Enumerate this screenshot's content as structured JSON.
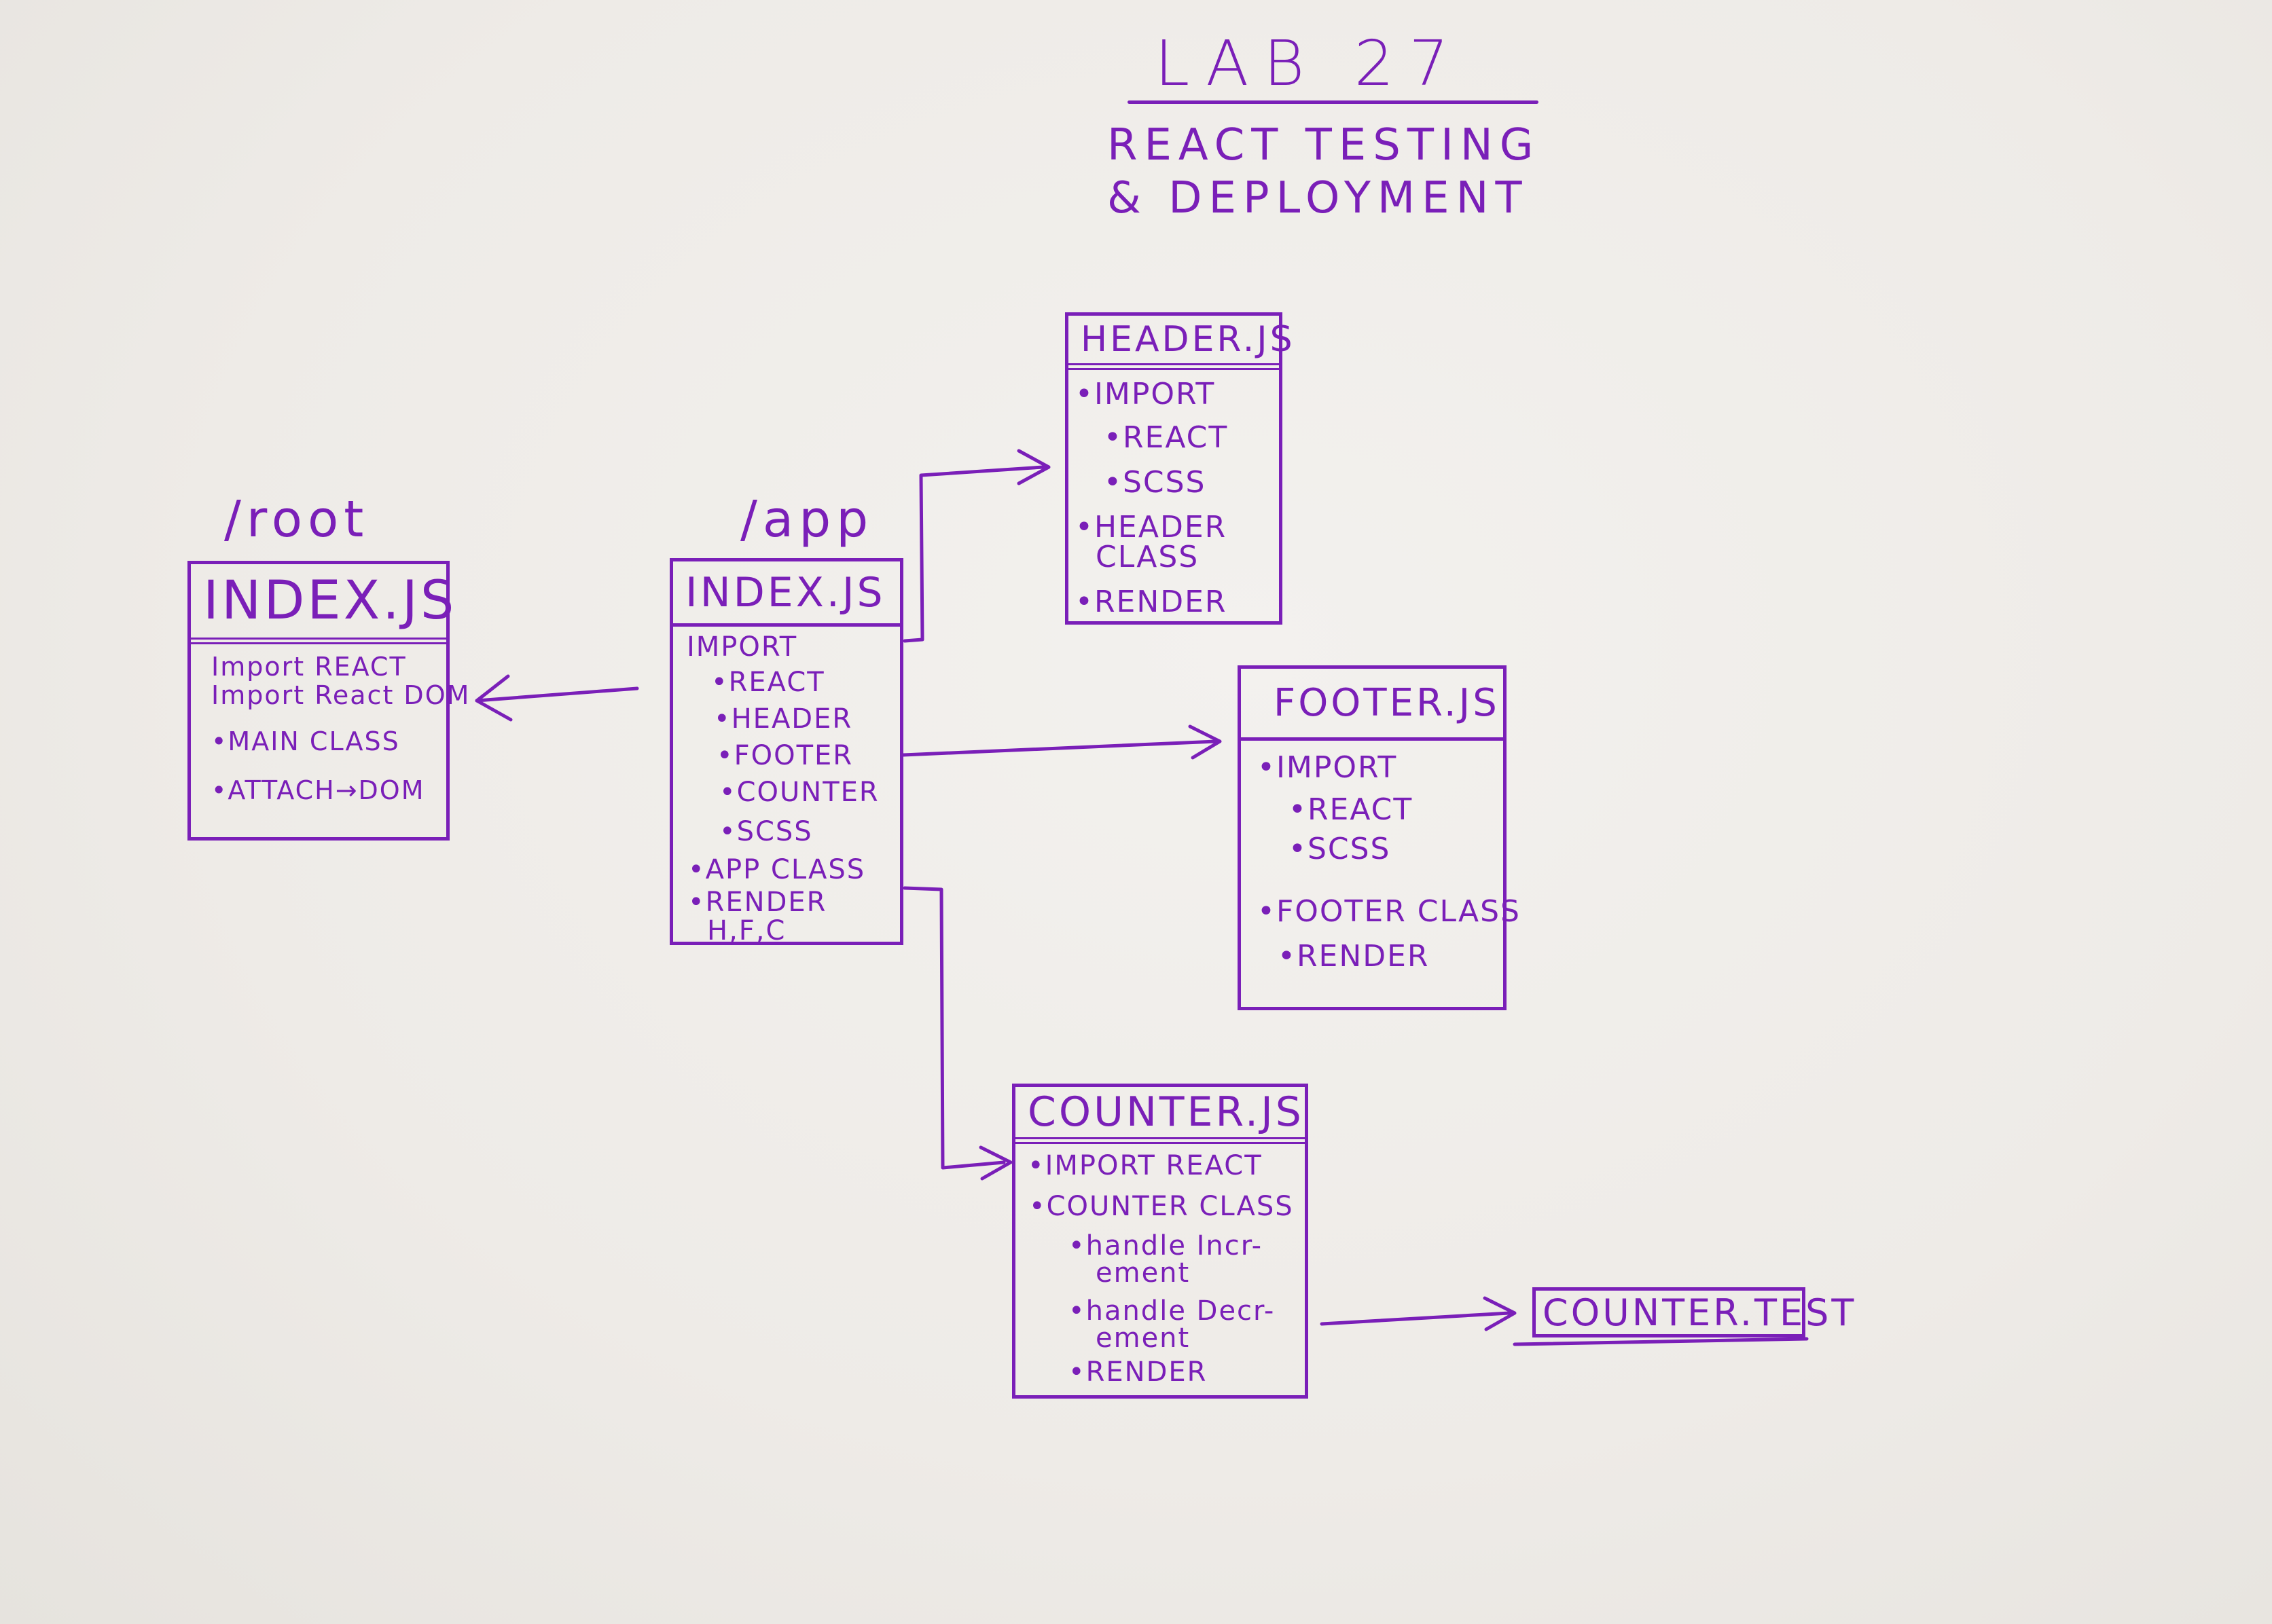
{
  "title": "LAB 27",
  "subtitle_lines": [
    "REACT TESTING",
    "& DEPLOYMENT"
  ],
  "labels": {
    "root": "/root",
    "app": "/app"
  },
  "boxes": {
    "root_index": {
      "title": "INDEX.JS",
      "items": [
        "Import REACT",
        "Import React DOM",
        "•MAIN CLASS",
        "•ATTACH→DOM"
      ]
    },
    "app_index": {
      "title": "INDEX.JS",
      "items": [
        "IMPORT",
        "•REACT",
        "•HEADER",
        "•FOOTER",
        "•COUNTER",
        "•SCSS",
        "•APP CLASS",
        "•RENDER",
        "H,F,C"
      ]
    },
    "header": {
      "title": "HEADER.JS",
      "items": [
        "•IMPORT",
        "•REACT",
        "•SCSS",
        "•HEADER",
        "CLASS",
        "•RENDER"
      ]
    },
    "footer": {
      "title": "FOOTER.JS",
      "items": [
        "•IMPORT",
        "•REACT",
        "•SCSS",
        "•FOOTER CLASS",
        "•RENDER"
      ]
    },
    "counter": {
      "title": "COUNTER.JS",
      "items": [
        "•IMPORT REACT",
        "•COUNTER CLASS",
        "•handle Incr-",
        "ement",
        "•handle Decr-",
        "ement",
        "•RENDER"
      ]
    },
    "counter_test": {
      "title": "COUNTER.TEST"
    }
  },
  "colors": {
    "ink": "#7a1fb8",
    "paper": "#efedea"
  }
}
